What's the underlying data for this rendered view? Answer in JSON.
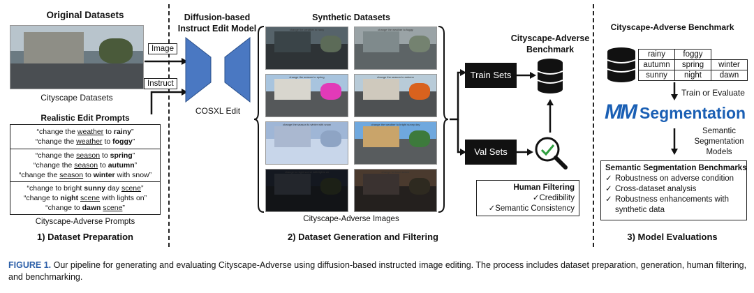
{
  "section1": {
    "title": "Original Datasets",
    "dataset_label": "Cityscape Datasets",
    "prompts_title": "Realistic Edit Prompts",
    "prompt_groups": [
      [
        {
          "pre": "“change the ",
          "u": "weather",
          "mid": " to ",
          "b": "rainy",
          "post": "”"
        },
        {
          "pre": "“change the ",
          "u": "weather",
          "mid": " to ",
          "b": "foggy",
          "post": "”"
        }
      ],
      [
        {
          "pre": "“change the ",
          "u": "season",
          "mid": " to ",
          "b": "spring",
          "post": "”"
        },
        {
          "pre": "“change the ",
          "u": "season",
          "mid": " to ",
          "b": "autumn",
          "post": "”"
        },
        {
          "pre": "“change the ",
          "u": "season",
          "mid": " to ",
          "b": "winter",
          "post": " with snow”"
        }
      ],
      [
        {
          "pre": "“change to bright ",
          "b": "sunny",
          "mid": " day ",
          "u": "scene",
          "post": "”",
          "order": "bu"
        },
        {
          "pre": "“change to ",
          "b": "night",
          "mid": " ",
          "u": "scene",
          "post": " with lights on”",
          "order": "bu"
        },
        {
          "pre": "“change to ",
          "b": "dawn",
          "mid": " ",
          "u": "scene",
          "post": "”",
          "order": "bu"
        }
      ]
    ],
    "prompts_label": "Cityscape-Adverse Prompts",
    "footer": "1) Dataset Preparation"
  },
  "section2": {
    "model_title_line1": "Diffusion-based",
    "model_title_line2": "Instruct Edit Model",
    "image_label": "Image",
    "instruct_label": "Instruct",
    "model_name": "COSXL Edit",
    "synthetic_title": "Synthetic Datasets",
    "tile_captions": [
      "change the weather to rainy",
      "change the weather to foggy",
      "change the season to spring",
      "change the season to autumn",
      "change the season to winter with snow",
      "change the weather to bright sunny day",
      "change to night scene with lights on",
      "change to dawn scene"
    ],
    "images_label": "Cityscape-Adverse Images",
    "benchmark_title_line1": "Cityscape-Adverse",
    "benchmark_title_line2": "Benchmark",
    "train_sets": "Train Sets",
    "val_sets": "Val Sets",
    "filter_title": "Human Filtering",
    "filter_items": [
      "Credibility",
      "Semantic Consistency"
    ],
    "footer": "2) Dataset Generation and Filtering"
  },
  "section3": {
    "title": "Cityscape-Adverse Benchmark",
    "table": [
      [
        "rainy",
        "foggy",
        ""
      ],
      [
        "autumn",
        "spring",
        "winter"
      ],
      [
        "sunny",
        "night",
        "dawn"
      ]
    ],
    "train_eval": "Train or Evaluate",
    "mmseg_prefix": "MM",
    "mmseg_word": "Segmentation",
    "models_line1": "Semantic",
    "models_line2": "Segmentation",
    "models_line3": "Models",
    "bench_title": "Semantic Segmentation Benchmarks",
    "bench_items": [
      "Robustness on adverse condition",
      "Cross-dataset analysis",
      "Robustness enhancements with",
      "synthetic data"
    ],
    "footer": "3) Model Evaluations"
  },
  "caption": {
    "fig_label": "FIGURE 1.",
    "text": "Our pipeline for generating and evaluating Cityscape-Adverse using diffusion-based instructed image editing. The process includes dataset preparation, generation, human filtering, and benchmarking."
  },
  "colors": {
    "accent_blue": "#4a78c2",
    "mmseg_blue": "#1a5fb4",
    "caption_blue": "#2c5fa8"
  }
}
